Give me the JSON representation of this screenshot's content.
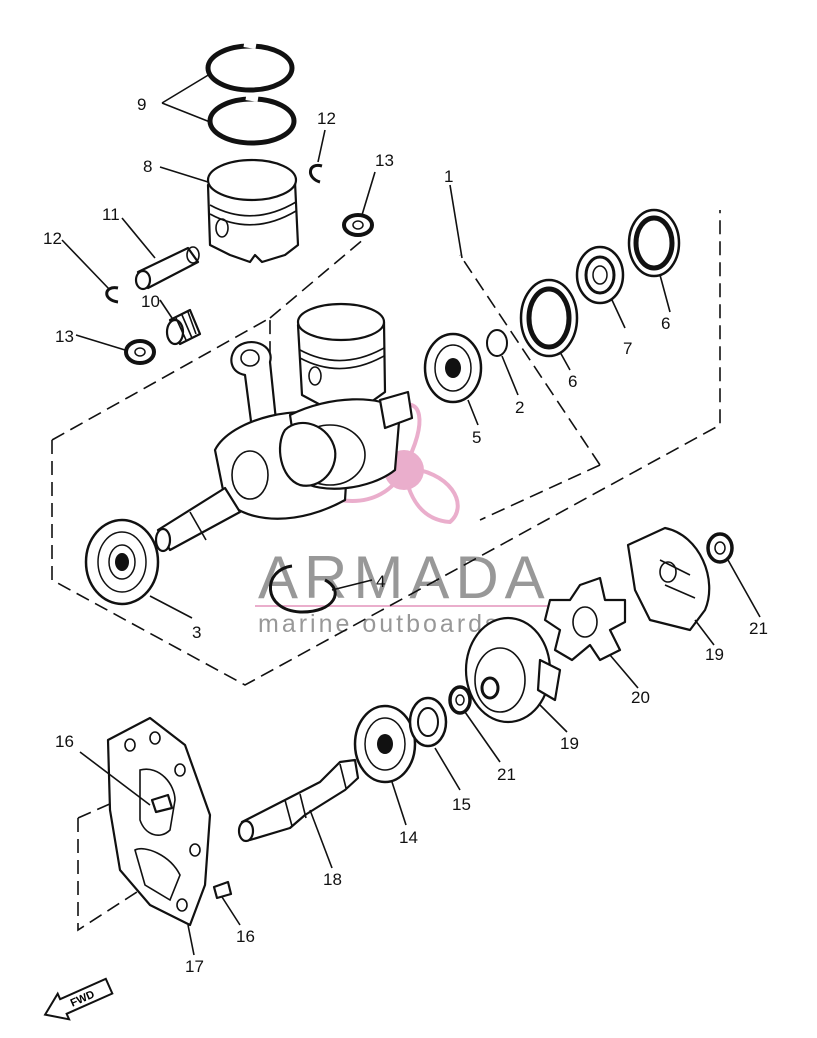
{
  "colors": {
    "line": "#111111",
    "watermark_gray": "#7a7a7a",
    "watermark_pink": "#e8a6c7",
    "background": "#ffffff"
  },
  "watermark": {
    "title": "ARMADA",
    "subtitle": "marine outboards",
    "icon": "propeller-icon"
  },
  "direction_badge": {
    "label": "FWD",
    "icon": "arrow-left-icon"
  },
  "callouts": [
    {
      "id": "c9",
      "label": "9"
    },
    {
      "id": "c8",
      "label": "8"
    },
    {
      "id": "c12a",
      "label": "12"
    },
    {
      "id": "c13a",
      "label": "13"
    },
    {
      "id": "c1",
      "label": "1"
    },
    {
      "id": "c11",
      "label": "11"
    },
    {
      "id": "c12b",
      "label": "12"
    },
    {
      "id": "c10",
      "label": "10"
    },
    {
      "id": "c13b",
      "label": "13"
    },
    {
      "id": "c6a",
      "label": "6"
    },
    {
      "id": "c7",
      "label": "7"
    },
    {
      "id": "c6b",
      "label": "6"
    },
    {
      "id": "c2",
      "label": "2"
    },
    {
      "id": "c5",
      "label": "5"
    },
    {
      "id": "c3",
      "label": "3"
    },
    {
      "id": "c4",
      "label": "4"
    },
    {
      "id": "c21a",
      "label": "21"
    },
    {
      "id": "c19a",
      "label": "19"
    },
    {
      "id": "c20",
      "label": "20"
    },
    {
      "id": "c19b",
      "label": "19"
    },
    {
      "id": "c21b",
      "label": "21"
    },
    {
      "id": "c15",
      "label": "15"
    },
    {
      "id": "c14",
      "label": "14"
    },
    {
      "id": "c16a",
      "label": "16"
    },
    {
      "id": "c18",
      "label": "18"
    },
    {
      "id": "c16b",
      "label": "16"
    },
    {
      "id": "c17",
      "label": "17"
    }
  ]
}
